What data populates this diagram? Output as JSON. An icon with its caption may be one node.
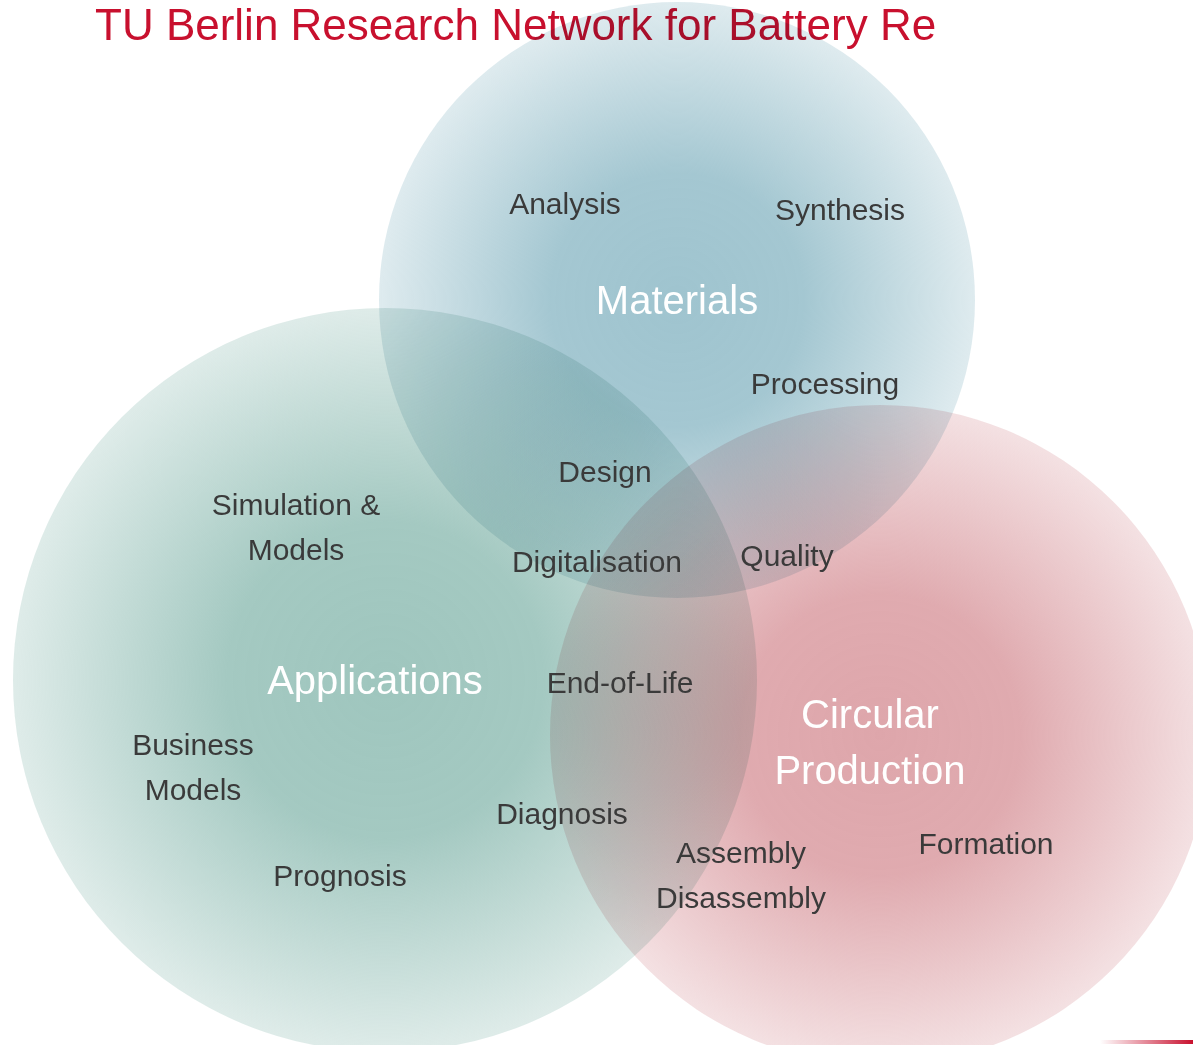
{
  "diagram": {
    "title": "TU Berlin Research Network for Battery Re",
    "nodes": [
      {
        "text": [
          "Materials"
        ]
      },
      {
        "text": [
          "Applications"
        ]
      },
      {
        "text": [
          "Circular Production"
        ]
      }
    ],
    "labels": [
      "Analysis",
      "Synthesis",
      "Processing",
      "Design",
      "Simulation & Models",
      "Digitalisation",
      "Quality",
      "End-of-Life",
      "Business Models",
      "Diagnosis",
      "Assembly Disassembly",
      "Formation",
      "Prognosis"
    ]
  }
}
